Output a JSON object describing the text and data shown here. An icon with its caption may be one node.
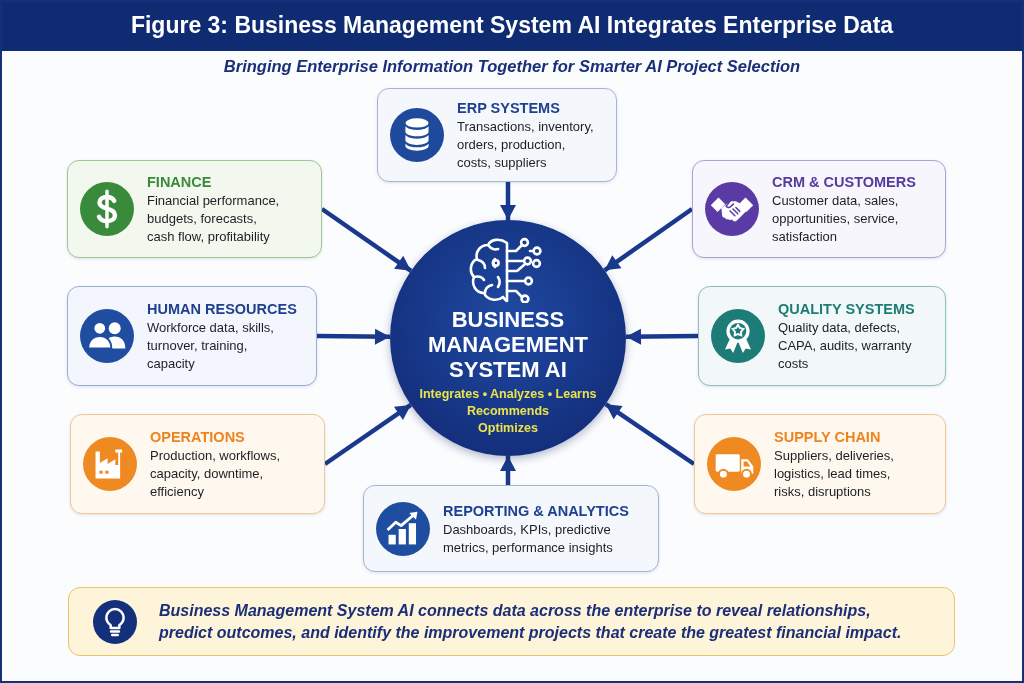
{
  "diagram": {
    "title": "Figure 3: Business Management System AI Integrates Enterprise Data",
    "nodes": [
      {
        "text": [
          "ERP SYSTEMS",
          "Transactions, inventory, orders, production, costs, suppliers"
        ]
      },
      {
        "text": [
          "FINANCE",
          "Financial performance, budgets, forecasts, cash flow, profitability"
        ]
      },
      {
        "text": [
          "CRM & CUSTOMERS",
          "Customer data, sales, opportunities, service, satisfaction"
        ]
      },
      {
        "text": [
          "HUMAN RESOURCES",
          "Workforce data, skills, turnover, training, capacity"
        ]
      },
      {
        "text": [
          "BUSINESS MANAGEMENT SYSTEM AI",
          "Integrates • Analyzes • Learns",
          "Recommends",
          "Optimizes"
        ]
      },
      {
        "text": [
          "QUALITY SYSTEMS",
          "Quality data, defects, CAPA, audits, warranty costs"
        ]
      },
      {
        "text": [
          "OPERATIONS",
          "Production, workflows, capacity, downtime, efficiency"
        ]
      },
      {
        "text": [
          "SUPPLY CHAIN",
          "Suppliers, deliveries, logistics, lead times, risks, disruptions"
        ]
      },
      {
        "text": [
          "REPORTING & ANALYTICS",
          "Dashboards, KPIs, predictive metrics, performance insights"
        ]
      },
      {
        "text": [
          "Business Management System AI connects data across the enterprise to reveal relationships, predict outcomes, and identify the improvement projects that create the greatest financial impact."
        ]
      }
    ],
    "edges": [
      {
        "from": 0,
        "to": 4,
        "arrow": "to"
      },
      {
        "from": 1,
        "to": 4,
        "arrow": "to"
      },
      {
        "from": 2,
        "to": 4,
        "arrow": "to"
      },
      {
        "from": 3,
        "to": 4,
        "arrow": "to"
      },
      {
        "from": 5,
        "to": 4,
        "arrow": "to"
      },
      {
        "from": 6,
        "to": 4,
        "arrow": "to"
      },
      {
        "from": 7,
        "to": 4,
        "arrow": "to"
      },
      {
        "from": 8,
        "to": 4,
        "arrow": "to"
      }
    ],
    "labels": [
      "Bringing Enterprise Information Together for Smarter AI Project Selection"
    ]
  }
}
